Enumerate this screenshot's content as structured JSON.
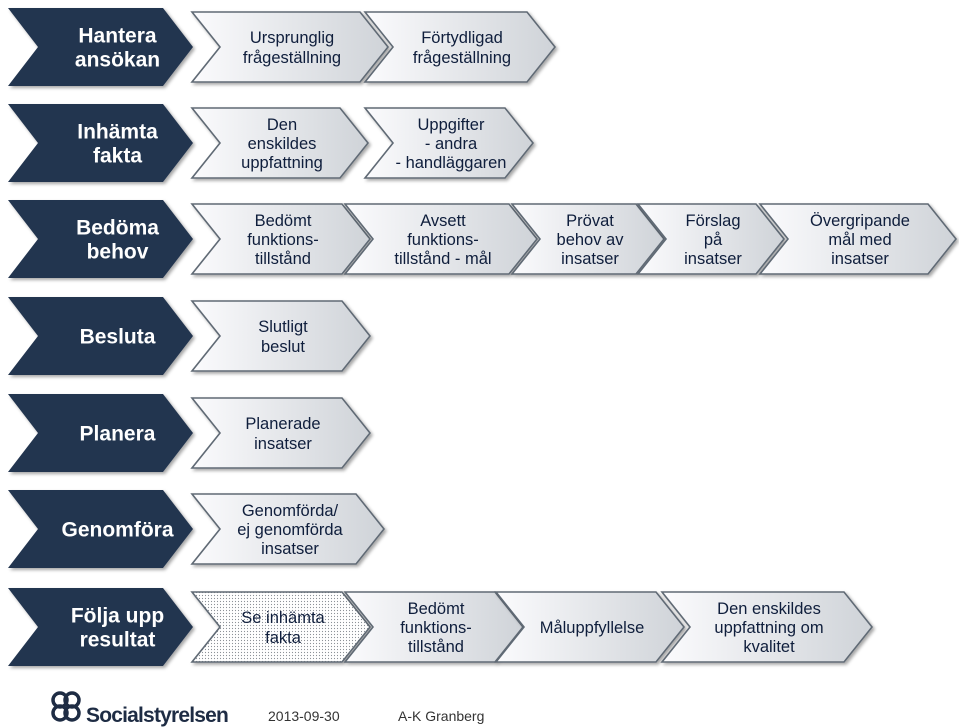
{
  "rows": [
    {
      "step": [
        "Hantera",
        "ansökan"
      ],
      "items": [
        {
          "lines": [
            "Ursprunglig",
            "frågeställning"
          ]
        },
        {
          "lines": [
            "Förtydligad",
            "frågeställning"
          ]
        }
      ]
    },
    {
      "step": [
        "Inhämta",
        "fakta"
      ],
      "items": [
        {
          "lines": [
            "Den",
            "enskildes",
            "uppfattning"
          ]
        },
        {
          "lines": [
            "Uppgifter",
            "- andra",
            "- handläggaren"
          ]
        }
      ]
    },
    {
      "step": [
        "Bedöma",
        "behov"
      ],
      "items": [
        {
          "lines": [
            "Bedömt",
            "funktions-",
            "tillstånd"
          ]
        },
        {
          "lines": [
            "Avsett",
            "funktions-",
            "tillstånd - mål"
          ]
        },
        {
          "lines": [
            "Prövat",
            "behov av",
            "insatser"
          ]
        },
        {
          "lines": [
            "Förslag",
            "på",
            "insatser"
          ]
        },
        {
          "lines": [
            "Övergripande",
            "mål med",
            "insatser"
          ]
        }
      ]
    },
    {
      "step": [
        "Besluta"
      ],
      "items": [
        {
          "lines": [
            "Slutligt",
            "beslut"
          ]
        }
      ]
    },
    {
      "step": [
        "Planera"
      ],
      "items": [
        {
          "lines": [
            "Planerade",
            "insatser"
          ]
        }
      ]
    },
    {
      "step": [
        "Genomföra"
      ],
      "items": [
        {
          "lines": [
            "Genomförda/",
            "ej genomförda",
            "insatser"
          ]
        }
      ]
    },
    {
      "step": [
        "Följa upp",
        "resultat"
      ],
      "items": [
        {
          "lines": [
            "Se inhämta",
            "fakta"
          ],
          "pattern": "dotted"
        },
        {
          "lines": [
            "Bedömt",
            "funktions-",
            "tillstånd"
          ]
        },
        {
          "lines": [
            "Måluppfyllelse"
          ]
        },
        {
          "lines": [
            "Den enskildes",
            "uppfattning om",
            "kvalitet"
          ]
        }
      ]
    }
  ],
  "footer": {
    "logo_text": "Socialstyrelsen",
    "date": "2013-09-30",
    "author": "A-K Granberg"
  },
  "colors": {
    "step_fill": "#243550",
    "step_text": "#ffffff",
    "item_fill_light": "#f8f9fb",
    "item_fill_dark": "#d3d7dc",
    "item_stroke": "#606a75",
    "item_text": "#0f1e3c"
  }
}
